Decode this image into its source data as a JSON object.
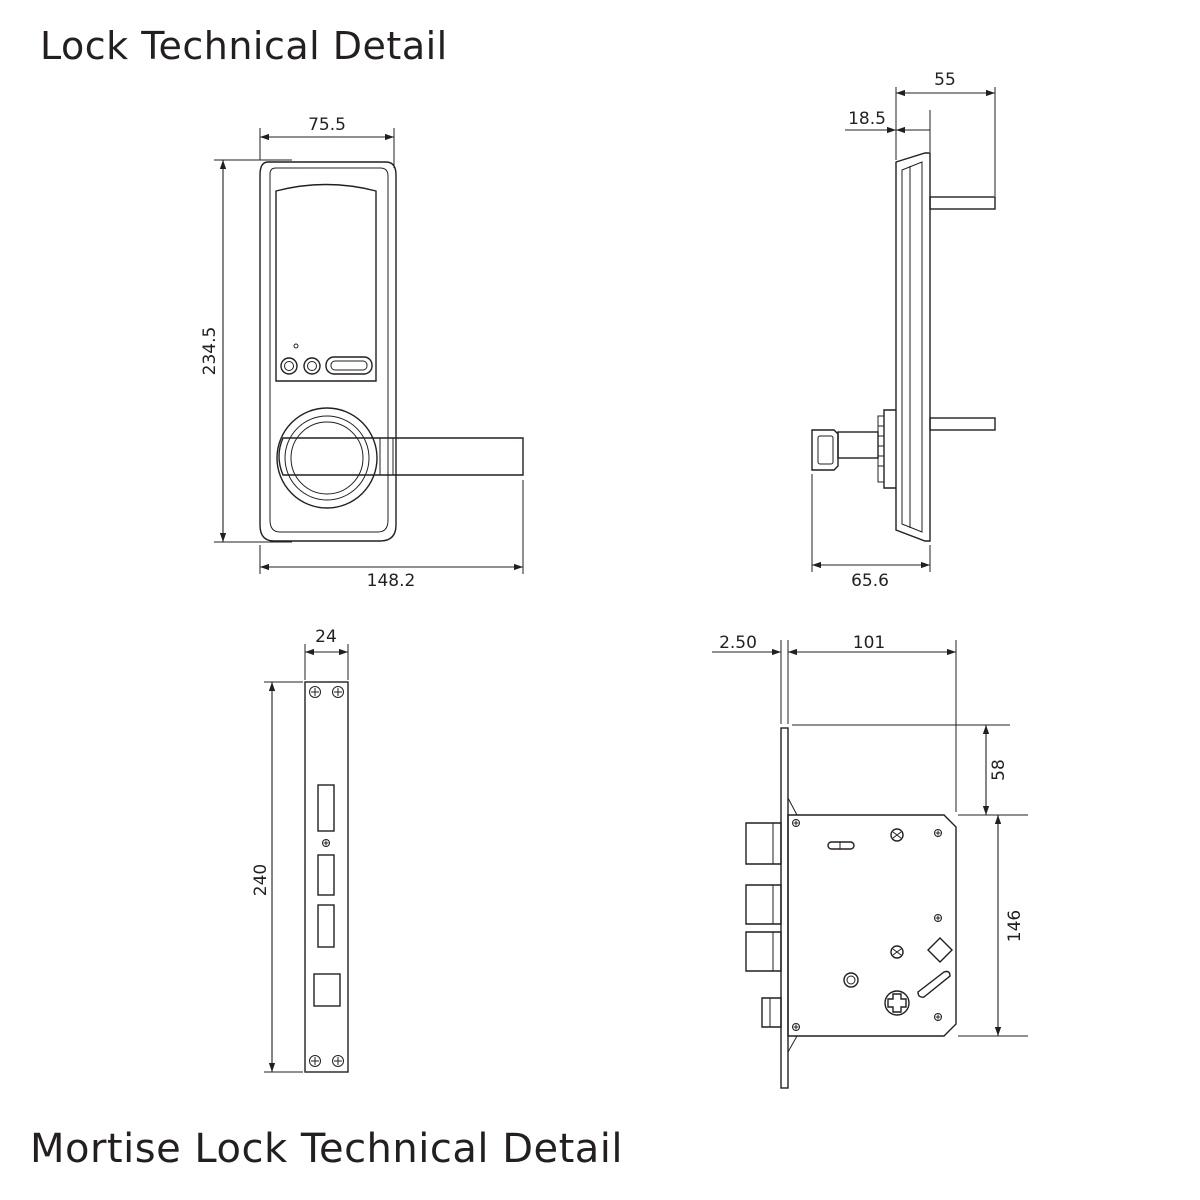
{
  "titles": {
    "top": "Lock Technical Detail",
    "bottom": "Mortise Lock Technical Detail"
  },
  "dimensions": {
    "front_width": "75.5",
    "front_height": "234.5",
    "front_total_width": "148.2",
    "side_top_right": "55",
    "side_top_left": "18.5",
    "side_bottom": "65.6",
    "faceplate_width": "24",
    "faceplate_height": "240",
    "mortise_plate": "2.50",
    "mortise_width": "101",
    "mortise_offset": "58",
    "mortise_height": "146"
  },
  "colors": {
    "line": "#231f20",
    "background": "#ffffff"
  }
}
